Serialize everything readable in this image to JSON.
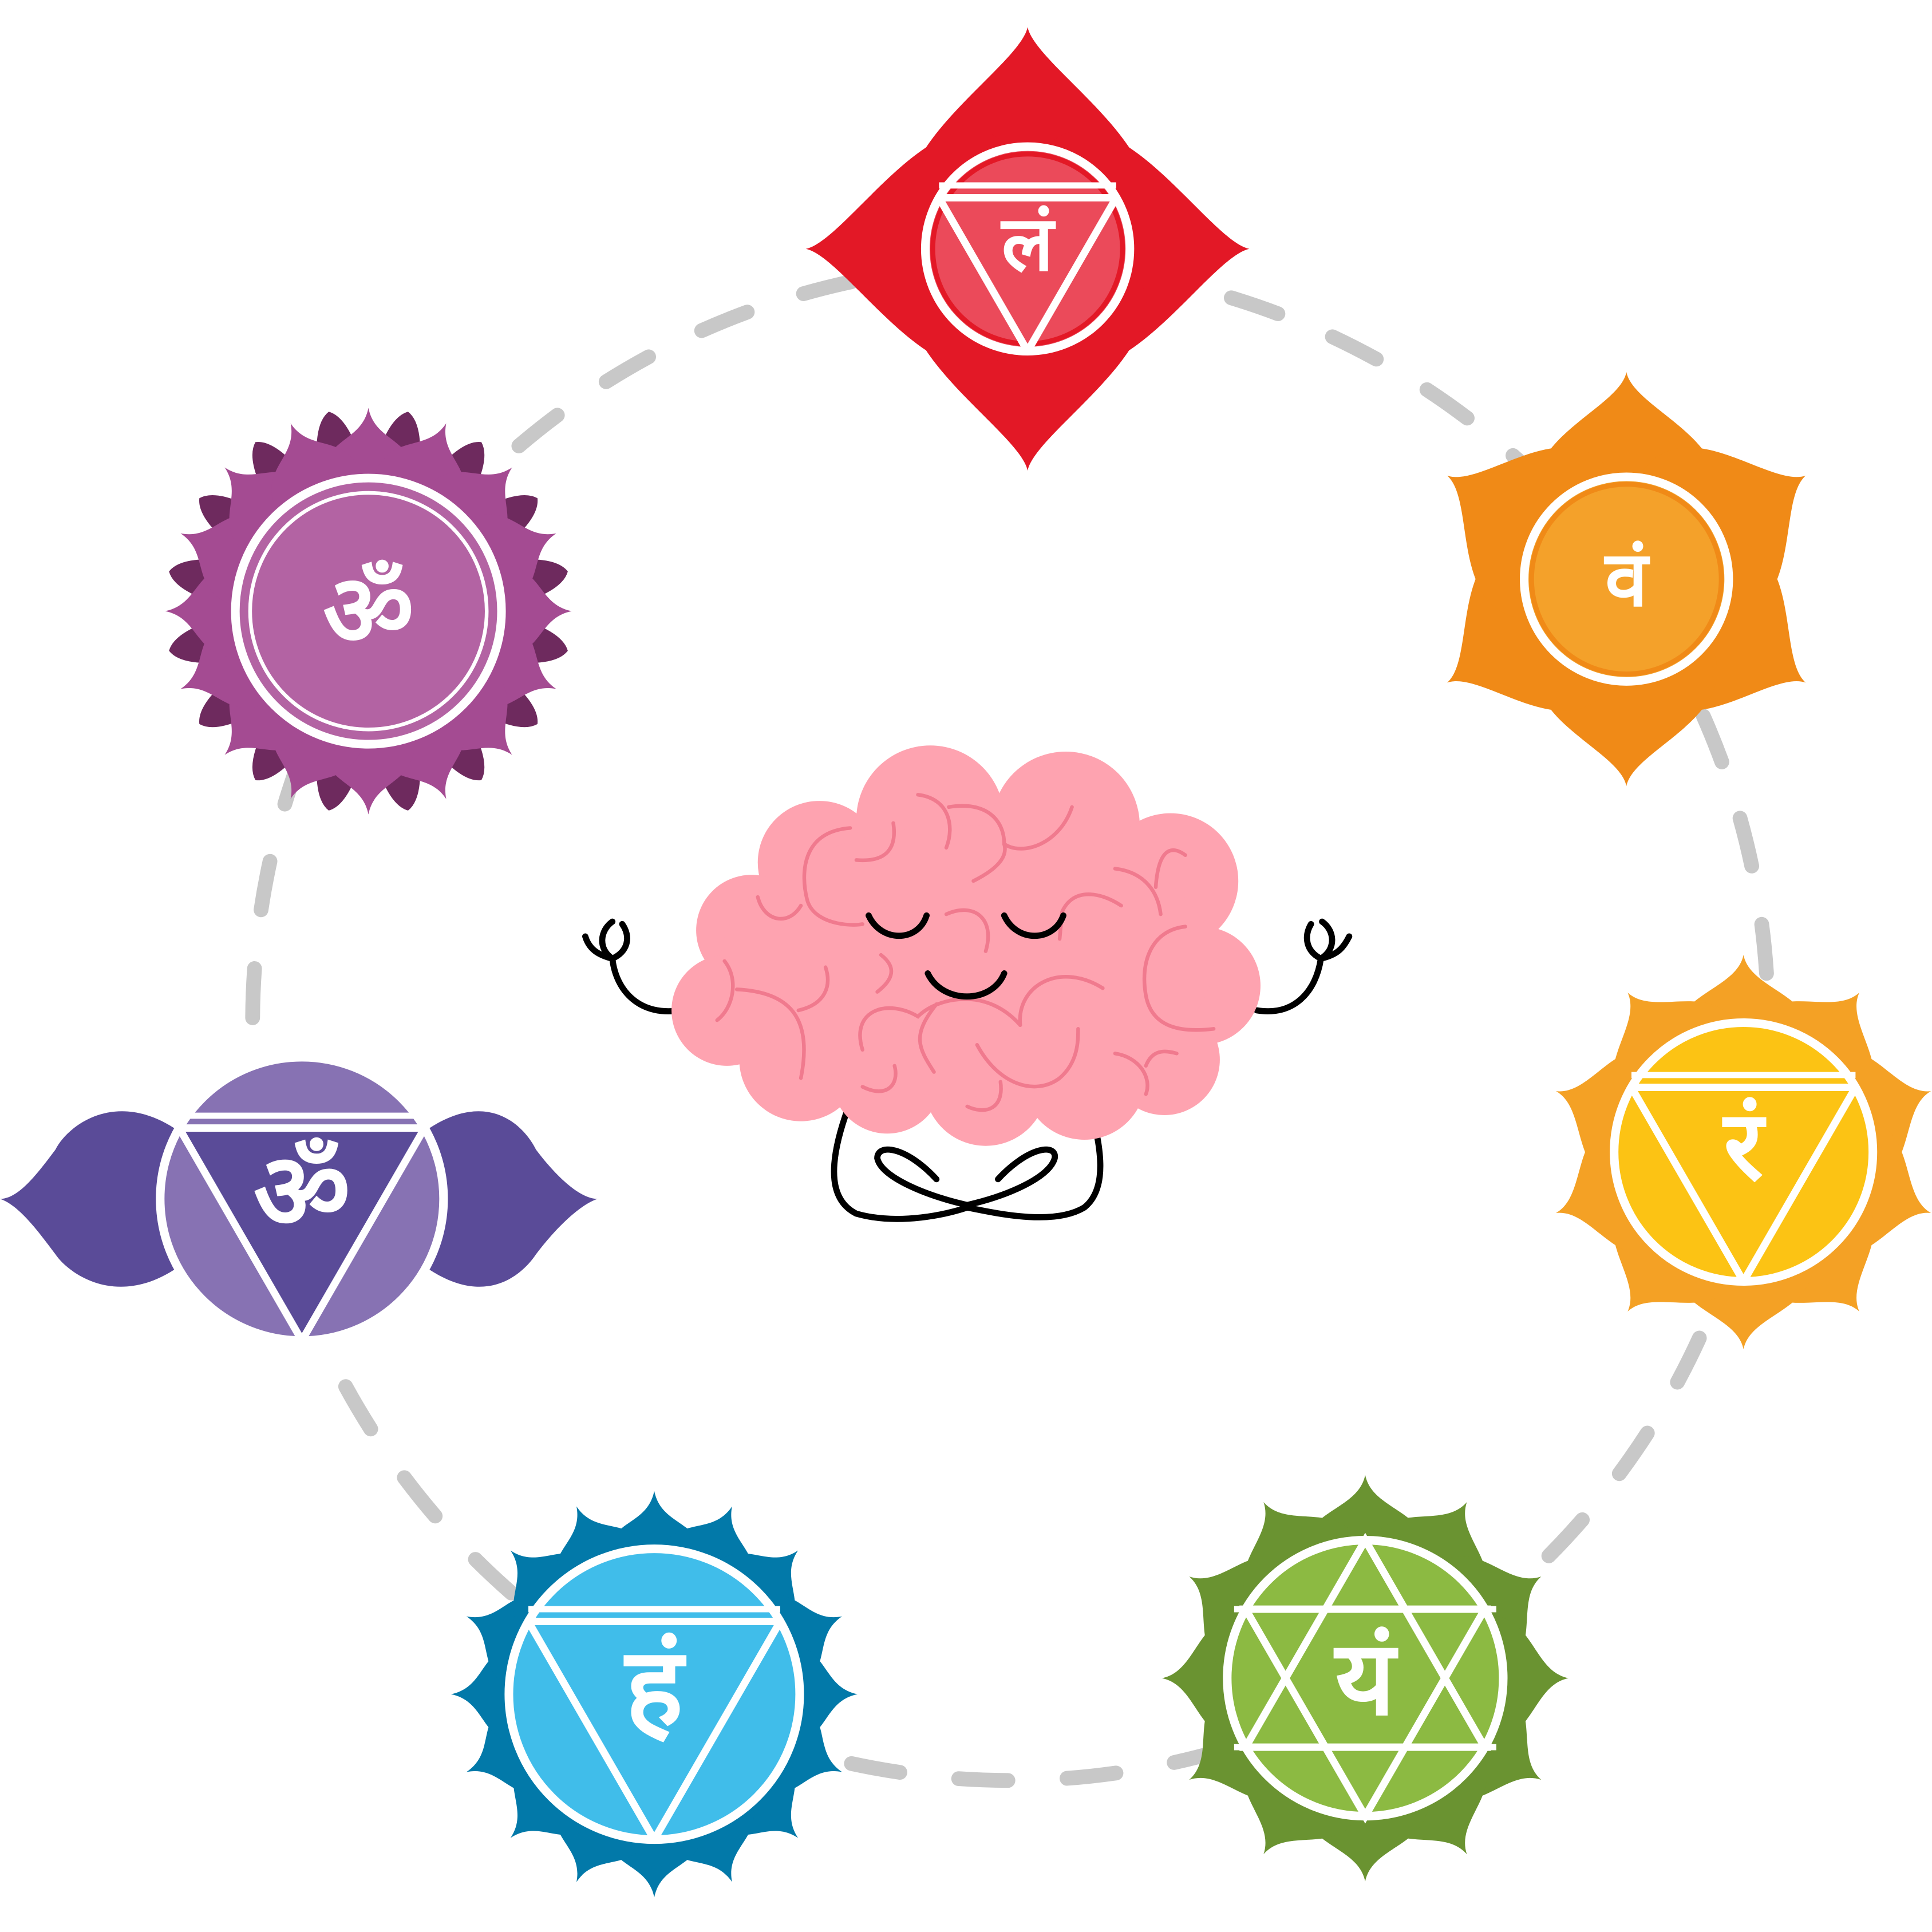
{
  "illustration": {
    "center_figure": "meditating-brain",
    "chakras": [
      {
        "id": "root",
        "symbol": "लं",
        "petal": "#e31826",
        "disc": "#eb4a5a"
      },
      {
        "id": "sacral",
        "symbol": "वं",
        "petal": "#f08a17",
        "disc": "#f4a12a"
      },
      {
        "id": "solar-plexus",
        "symbol": "रं",
        "petal": "#f4a125",
        "disc": "#fcc314"
      },
      {
        "id": "heart",
        "symbol": "यं",
        "petal": "#6a9331",
        "disc": "#8cba42"
      },
      {
        "id": "throat",
        "symbol": "हं",
        "petal": "#0279a9",
        "disc": "#40bdea"
      },
      {
        "id": "third-eye",
        "symbol": "ॐ",
        "petal": "#5a4b98",
        "disc": "#8772b3"
      },
      {
        "id": "crown",
        "symbol": "ॐ",
        "petal": "#a44b92",
        "disc": "#b363a3"
      }
    ],
    "colors": {
      "path": "#c8c8c8",
      "brain": "#fea3b0",
      "brain_line": "#f07a8e",
      "outline": "#000000"
    }
  }
}
